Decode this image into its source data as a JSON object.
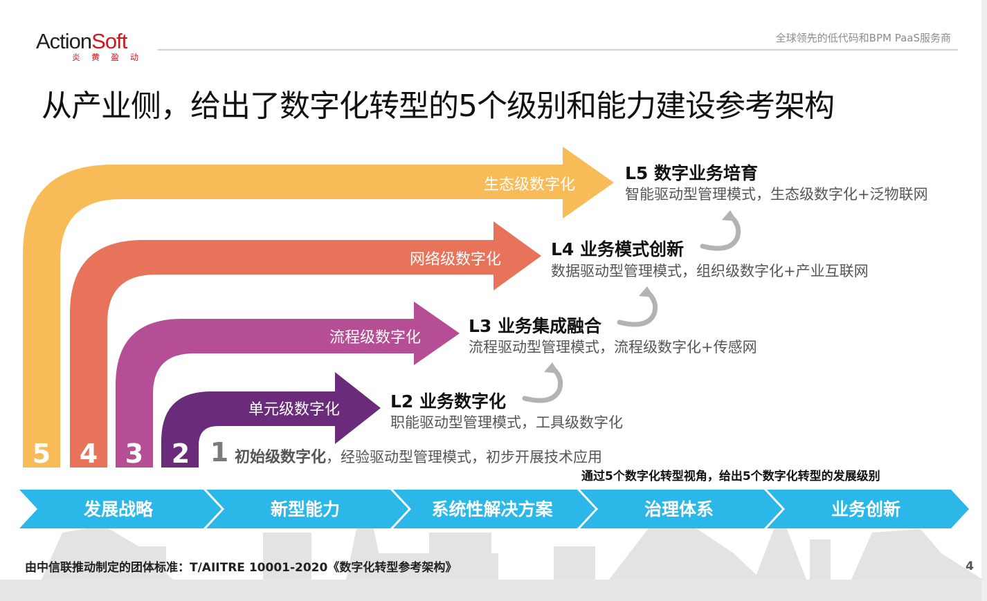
{
  "header": {
    "logo_action": "Action",
    "logo_soft": "Soft",
    "logo_sub": "炎黄盈动",
    "tagline": "全球领先的低代码和BPM PaaS服务商"
  },
  "title": "从产业侧，给出了数字化转型的5个级别和能力建设参考架构",
  "colors": {
    "level5": "#f7bc57",
    "level4": "#e6735a",
    "level3": "#b54e95",
    "level2": "#6a2b7a",
    "band": "#2bb7e8",
    "watermark": "#e3e3e3"
  },
  "levels": [
    {
      "number": "5",
      "arrow_label": "生态级数字化",
      "title": "L5 数字业务培育",
      "desc": "智能驱动型管理模式，生态级数字化+泛物联网"
    },
    {
      "number": "4",
      "arrow_label": "网络级数字化",
      "title": "L4 业务模式创新",
      "desc": "数据驱动型管理模式，组织级数字化+产业互联网"
    },
    {
      "number": "3",
      "arrow_label": "流程级数字化",
      "title": "L3 业务集成融合",
      "desc": "流程驱动型管理模式，流程级数字化+传感网"
    },
    {
      "number": "2",
      "arrow_label": "单元级数字化",
      "title": "L2 业务数字化",
      "desc": "职能驱动型管理模式，工具级数字化"
    }
  ],
  "level1": {
    "number": "1",
    "title": "初始级数字化",
    "desc": "，经验驱动型管理模式，初步开展技术应用"
  },
  "caption": "通过5个数字化转型视角，给出5个数字化转型的发展级别",
  "band": [
    "发展战略",
    "新型能力",
    "系统性解决方案",
    "治理体系",
    "业务创新"
  ],
  "icons": [
    "cycle-arrow-icon",
    "oil-pump-watermark-icon"
  ],
  "footer": {
    "source": "由中信联推动制定的团体标准：T/AIITRE 10001-2020《数字化转型参考架构》",
    "page": "4"
  }
}
